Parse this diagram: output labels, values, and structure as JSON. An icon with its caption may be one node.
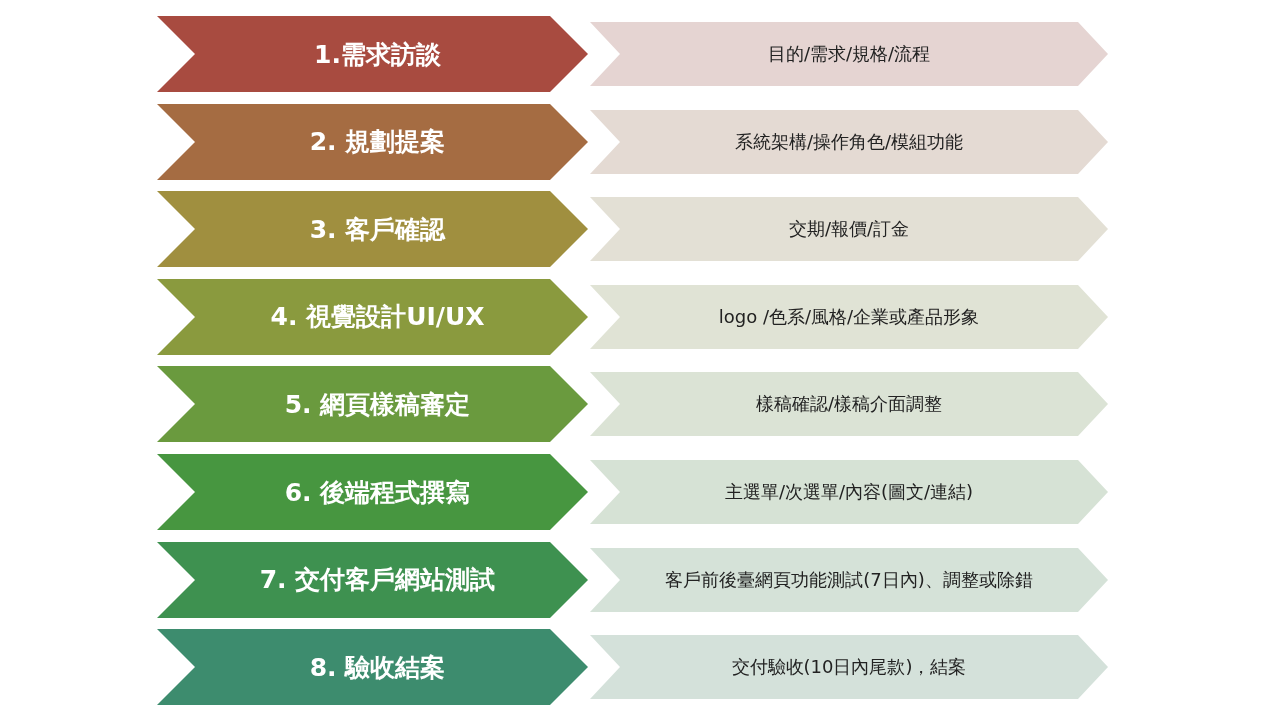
{
  "diagram": {
    "nodes": [
      {
        "text": [
          "1.需求訪談"
        ]
      },
      {
        "text": [
          "目的/需求/規格/流程"
        ]
      },
      {
        "text": [
          "2. 規劃提案"
        ]
      },
      {
        "text": [
          "系統架構/操作角色/模組功能"
        ]
      },
      {
        "text": [
          "3. 客戶確認"
        ]
      },
      {
        "text": [
          "交期/報價/訂金"
        ]
      },
      {
        "text": [
          "4. 視覺設計UI/UX"
        ]
      },
      {
        "text": [
          "logo /色系/風格/企業或產品形象"
        ]
      },
      {
        "text": [
          "5. 網頁樣稿審定"
        ]
      },
      {
        "text": [
          "樣稿確認/樣稿介面調整"
        ]
      },
      {
        "text": [
          "6. 後端程式撰寫"
        ]
      },
      {
        "text": [
          "主選單/次選單/內容(圖文/連結)"
        ]
      },
      {
        "text": [
          "7. 交付客戶網站測試"
        ]
      },
      {
        "text": [
          "客戶前後臺網頁功能測試(7日內)、調整或除錯"
        ]
      },
      {
        "text": [
          "8. 驗收結案"
        ]
      },
      {
        "text": [
          "交付驗收(10日內尾款)，結案"
        ]
      }
    ]
  }
}
